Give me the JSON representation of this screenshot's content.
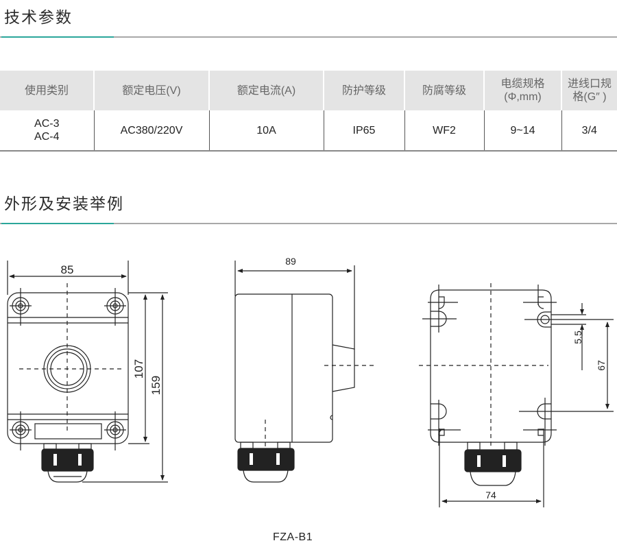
{
  "sections": {
    "specs_title": "技术参数",
    "drawing_title": "外形及安装举例"
  },
  "spec_table": {
    "headers": [
      [
        "使用类别"
      ],
      [
        "额定电压(V)"
      ],
      [
        "额定电流(A)"
      ],
      [
        "防护等级"
      ],
      [
        "防腐等级"
      ],
      [
        "电缆规格",
        "(Φ,mm)"
      ],
      [
        "进线口规",
        "格(G″ )"
      ]
    ],
    "row": [
      [
        "AC-3",
        "AC-4"
      ],
      [
        "AC380/220V"
      ],
      [
        "10A"
      ],
      [
        "IP65"
      ],
      [
        "WF2"
      ],
      [
        "9~14"
      ],
      [
        "3/4"
      ]
    ]
  },
  "dimensions": {
    "front_width": "85",
    "front_body_height": "107",
    "front_total_height": "159",
    "side_depth": "89",
    "rear_hole_diameter": "5.5",
    "rear_vertical_spacing": "67",
    "rear_horizontal_spacing": "74"
  },
  "model_caption": "FZA-B1",
  "colors": {
    "accent": "#2aa69a",
    "header_bg": "#e4e4e4",
    "gland_fill": "#222222"
  }
}
